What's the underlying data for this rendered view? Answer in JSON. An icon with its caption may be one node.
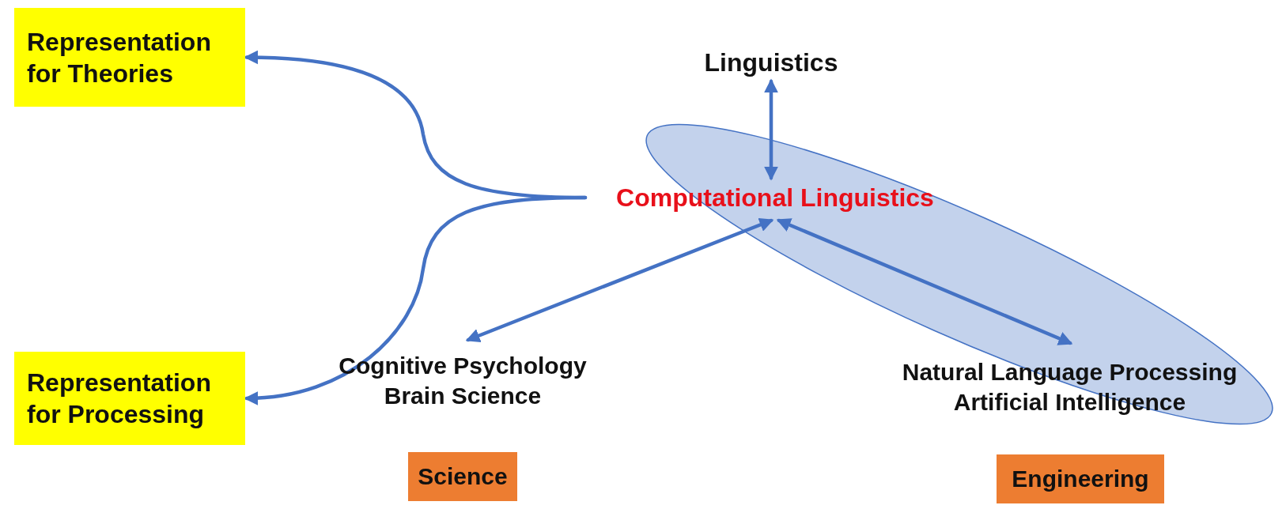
{
  "diagram": {
    "nodes": [
      {
        "text": [
          "Representation for **Theories**"
        ]
      },
      {
        "text": [
          "Representation for **Processing**"
        ]
      },
      {
        "text": [
          "Computational Linguistics"
        ]
      },
      {
        "text": [
          "Linguistics"
        ]
      },
      {
        "text": [
          "Cognitive Psychology Brain Science"
        ]
      },
      {
        "text": [
          "Natural Language Processing Artificial Intelligence"
        ]
      },
      {
        "text": [
          "Science"
        ]
      },
      {
        "text": [
          "Engineering"
        ]
      }
    ],
    "edges": [
      {
        "from": 2,
        "to": 0,
        "arrow": "to"
      },
      {
        "from": 2,
        "to": 1,
        "arrow": "to"
      },
      {
        "from": 2,
        "to": 3,
        "arrow": "both"
      },
      {
        "from": 2,
        "to": 4,
        "arrow": "both"
      },
      {
        "from": 2,
        "to": 5,
        "arrow": "both"
      }
    ]
  }
}
